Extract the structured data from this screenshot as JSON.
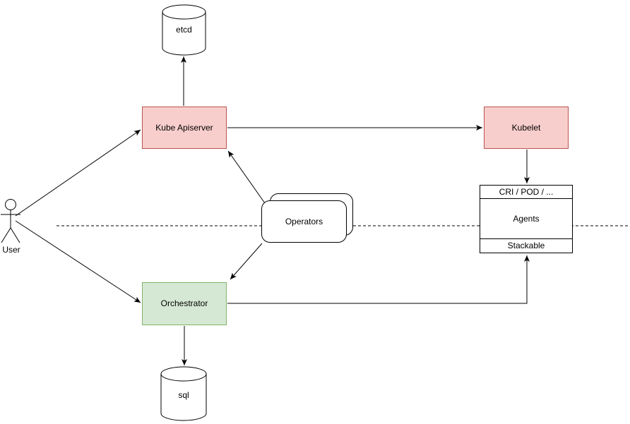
{
  "diagram": {
    "nodes": {
      "etcd": {
        "label": "etcd",
        "shape": "cylinder"
      },
      "kube_apiserver": {
        "label": "Kube Apiserver",
        "fill": "#f8cecc",
        "stroke": "#b85450"
      },
      "kubelet": {
        "label": "Kubelet",
        "fill": "#f8cecc",
        "stroke": "#b85450"
      },
      "operators": {
        "label": "Operators",
        "shape": "stacked-rounded-rectangles"
      },
      "agents_stack": {
        "rows": [
          "CRI / POD / ...",
          "Agents",
          "Stackable"
        ]
      },
      "orchestrator": {
        "label": "Orchestrator",
        "fill": "#d5e8d4",
        "stroke": "#82b366"
      },
      "sql": {
        "label": "sql",
        "shape": "cylinder"
      },
      "user": {
        "label": "User",
        "shape": "actor"
      }
    },
    "edges": [
      {
        "from": "User",
        "to": "Kube Apiserver",
        "style": "arrow"
      },
      {
        "from": "User",
        "to": "Orchestrator",
        "style": "arrow"
      },
      {
        "from": "Kube Apiserver",
        "to": "etcd",
        "style": "arrow"
      },
      {
        "from": "Kube Apiserver",
        "to": "Kubelet",
        "style": "arrow"
      },
      {
        "from": "Kubelet",
        "to": "CRI / POD / ...",
        "style": "arrow"
      },
      {
        "from": "Operators",
        "to": "Kube Apiserver",
        "style": "arrow"
      },
      {
        "from": "Operators",
        "to": "Orchestrator",
        "style": "arrow"
      },
      {
        "from": "Orchestrator",
        "to": "sql",
        "style": "arrow"
      },
      {
        "from": "Orchestrator",
        "to": "Stackable",
        "style": "arrow"
      }
    ],
    "separator": {
      "style": "dashed-horizontal-line"
    },
    "colors": {
      "line": "#000000",
      "pink_fill": "#f8cecc",
      "pink_stroke": "#b85450",
      "green_fill": "#d5e8d4",
      "green_stroke": "#82b366",
      "white_fill": "#ffffff"
    }
  }
}
